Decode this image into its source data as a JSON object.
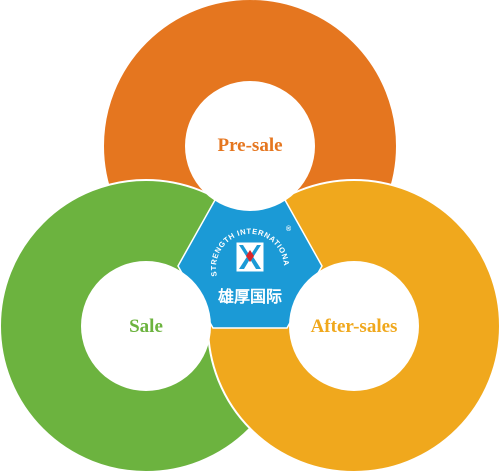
{
  "rings": {
    "pre_sale": {
      "label": "Pre-sale",
      "color": "#E5761F",
      "label_color": "#E5761F"
    },
    "sale": {
      "label": "Sale",
      "color": "#6CB33F",
      "label_color": "#6CB33F"
    },
    "after_sales": {
      "label": "After-sales",
      "color": "#F0A81D",
      "label_color": "#F0A81D"
    }
  },
  "logo": {
    "arc_text": "STRENGTH INTERNATIONAL",
    "registered_mark": "®",
    "chinese_name": "雄厚国际",
    "panel_color": "#1B9AD6",
    "emblem_icon": "strength-emblem-icon"
  }
}
